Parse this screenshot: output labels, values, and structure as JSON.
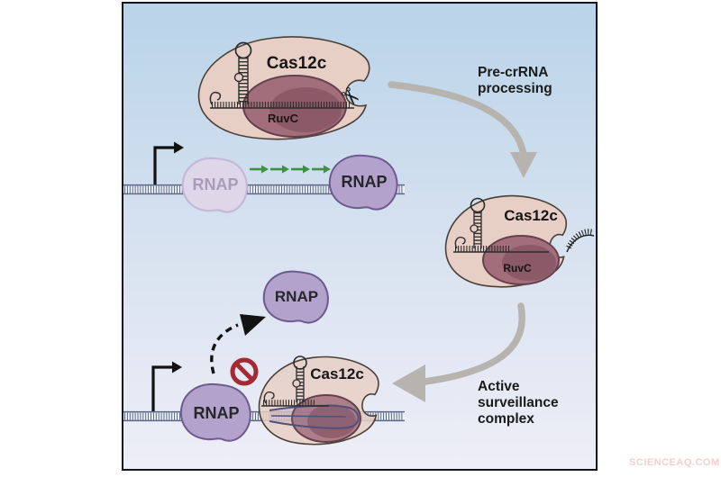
{
  "page": {
    "watermark": "SCIENCEAQ.COM"
  },
  "diagram": {
    "protein_labels": {
      "cas12c": "Cas12c",
      "ruvc": "RuvC",
      "rnap": "RNAP"
    },
    "annotations": {
      "step1": {
        "line1": "Pre-crRNA",
        "line2": "processing"
      },
      "step2": {
        "line1": "Active",
        "line2": "surveillance",
        "line3": "complex"
      }
    },
    "icons": {
      "scissors": "✂"
    },
    "colors": {
      "background_top": "#b9d3e9",
      "background_bottom": "#eeeef7",
      "cas12c_body": "#e7cfc6",
      "ruvc_fill": "#a36e7b",
      "ruvc_inner": "#8c5968",
      "rnap_fill": "#b3a2cb",
      "rnap_faded_fill": "#ded6e9",
      "dna_color": "#5a6888",
      "transcription_arrow": "#3f8f44",
      "flow_arrow": "#b7b4af",
      "stop_sign": "#a32a33"
    }
  }
}
